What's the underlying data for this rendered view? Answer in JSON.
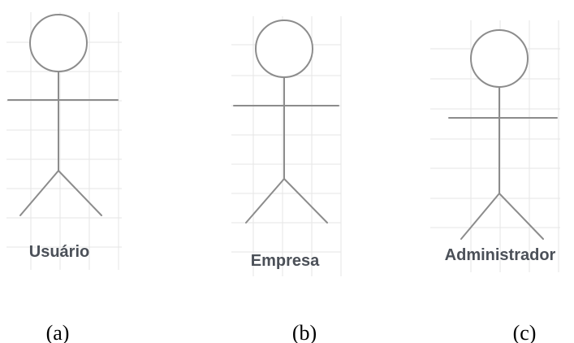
{
  "actors": [
    {
      "id": "usuario",
      "label": "Usuário",
      "caption": "(a)"
    },
    {
      "id": "empresa",
      "label": "Empresa",
      "caption": "(b)"
    },
    {
      "id": "administrador",
      "label": "Administrador",
      "caption": "(c)"
    }
  ],
  "colors": {
    "grid": "#e6e6e6",
    "figure": "#8c8c8c",
    "label": "#4b5058",
    "caption": "#000000"
  }
}
